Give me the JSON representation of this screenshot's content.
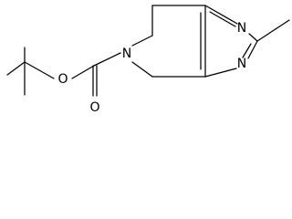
{
  "molecule": {
    "atoms": {
      "oxygen_ester": "O",
      "oxygen_carbonyl": "O",
      "nitrogen_ring": "N",
      "nitrogen_top": "N",
      "nitrogen_bottom": "N"
    }
  }
}
